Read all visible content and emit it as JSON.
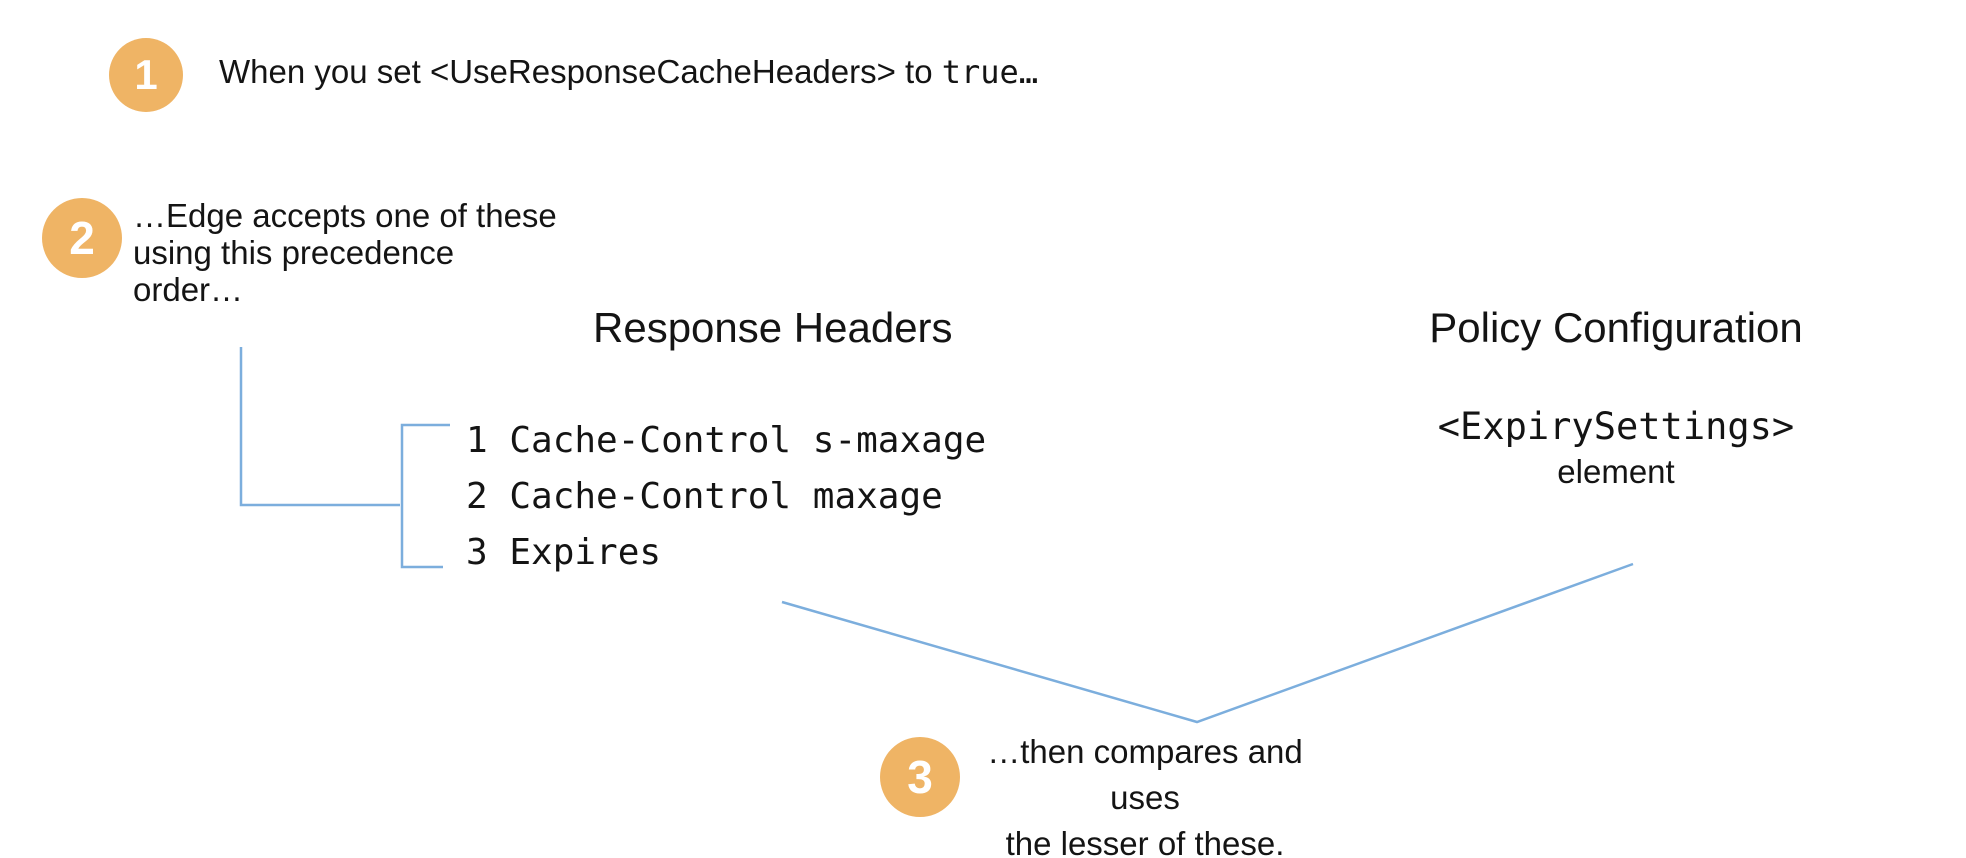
{
  "colors": {
    "accent_orange": "#EFB465",
    "connector_blue": "#7CAEDD",
    "text_color": "#141414",
    "background": "#FFFFFF"
  },
  "steps": [
    {
      "number": "1",
      "text_prefix": "When you set <UseResponseCacheHeaders> to ",
      "text_code": "true…"
    },
    {
      "number": "2",
      "lines": [
        "…Edge accepts one of these",
        "using this precedence",
        "order…"
      ]
    },
    {
      "number": "3",
      "lines": [
        "…then compares and uses",
        "the lesser of these."
      ]
    }
  ],
  "response_headers": {
    "title": "Response Headers",
    "items": [
      "1 Cache-Control s-maxage",
      "2 Cache-Control maxage",
      "3 Expires"
    ]
  },
  "policy_configuration": {
    "title": "Policy Configuration",
    "code": "<ExpirySettings>",
    "caption": "element"
  }
}
